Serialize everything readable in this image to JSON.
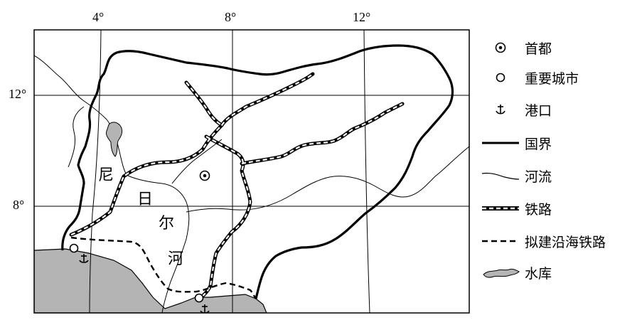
{
  "map": {
    "longitude_labels": [
      "4°",
      "8°",
      "12°"
    ],
    "latitude_labels": [
      "12°",
      "8°"
    ],
    "river_name_chars": [
      "尼",
      "日",
      "尔",
      "河"
    ],
    "colors": {
      "water": "#b4b4b4",
      "line": "#000000",
      "background": "#ffffff"
    }
  },
  "legend": {
    "items": [
      {
        "id": "capital",
        "label": "首都",
        "icon": "capital-icon"
      },
      {
        "id": "city",
        "label": "重要城市",
        "icon": "city-icon"
      },
      {
        "id": "port",
        "label": "港口",
        "icon": "anchor-icon"
      },
      {
        "id": "border",
        "label": "国界",
        "icon": "border-line-icon"
      },
      {
        "id": "river",
        "label": "河流",
        "icon": "river-line-icon"
      },
      {
        "id": "railway",
        "label": "铁路",
        "icon": "railway-line-icon"
      },
      {
        "id": "planned",
        "label": "拟建沿海铁路",
        "icon": "dashed-line-icon"
      },
      {
        "id": "reservoir",
        "label": "水库",
        "icon": "reservoir-icon"
      }
    ]
  }
}
